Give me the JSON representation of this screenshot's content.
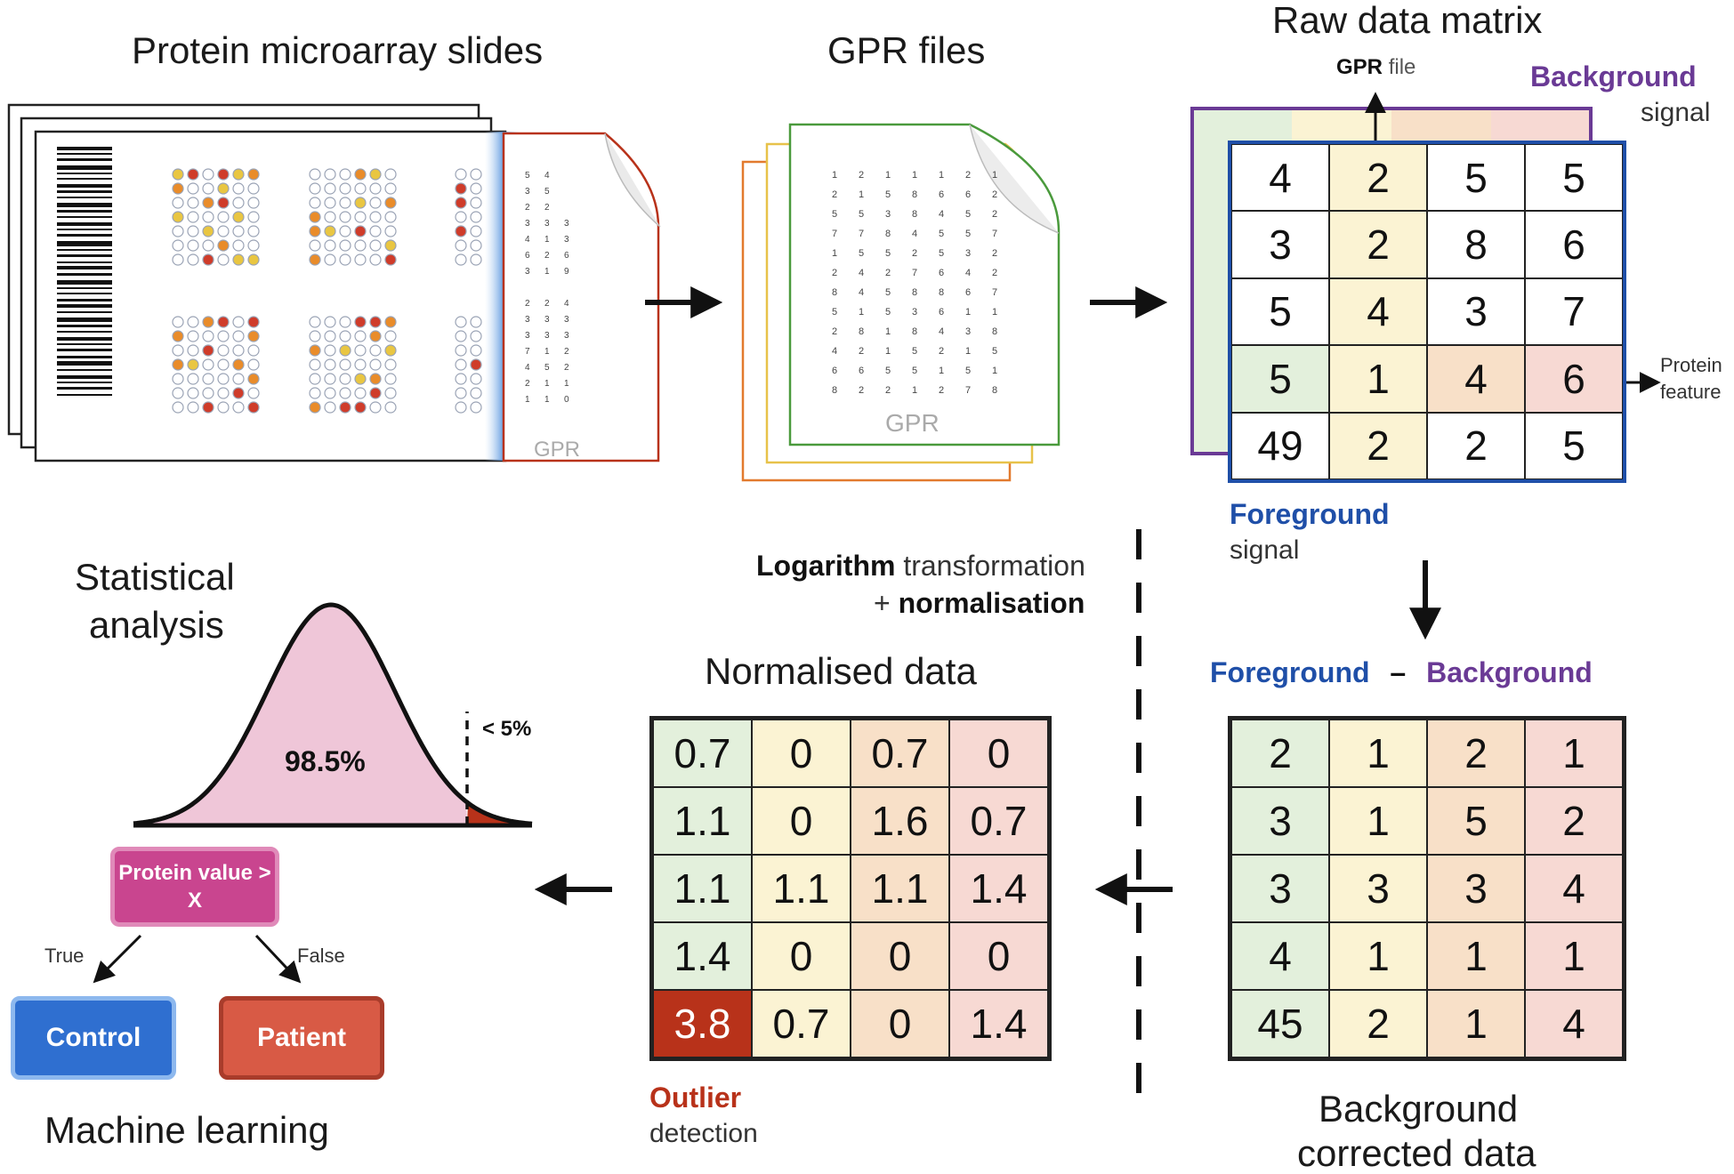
{
  "titles": {
    "slides": "Protein microarray slides",
    "gpr_files": "GPR files",
    "raw_matrix": "Raw data matrix",
    "normalised": "Normalised data",
    "stat_line1": "Statistical",
    "stat_line2": "analysis",
    "bg_corrected_line1": "Background",
    "bg_corrected_line2": "corrected data",
    "machine_learning": "Machine learning"
  },
  "labels": {
    "gpr_on_file": "GPR",
    "gpr_file_bold": "GPR",
    "gpr_file_rest": "file",
    "background_bold": "Background",
    "background_rest": "signal",
    "foreground_bold": "Foreground",
    "foreground_rest": "signal",
    "protein_feature_1": "Protein",
    "protein_feature_2": "feature",
    "fg_minus_bg_fg": "Foreground",
    "fg_minus_bg_minus": "–",
    "fg_minus_bg_bg": "Background",
    "log_bold": "Logarithm",
    "log_rest": "transformation",
    "norm_plus": "+",
    "norm_bold": "normalisation",
    "outlier_bold": "Outlier",
    "outlier_rest": "detection",
    "percent_main": "98.5%",
    "percent_tail": "< 5%",
    "tree_root": "Protein value > X",
    "tree_true": "True",
    "tree_false": "False",
    "tree_control": "Control",
    "tree_patient": "Patient"
  },
  "raw_matrix": [
    [
      "4",
      "2",
      "5",
      "5"
    ],
    [
      "3",
      "2",
      "8",
      "6"
    ],
    [
      "5",
      "4",
      "3",
      "7"
    ],
    [
      "5",
      "1",
      "4",
      "6"
    ],
    [
      "49",
      "2",
      "2",
      "5"
    ]
  ],
  "bg_corrected_matrix": [
    [
      "2",
      "1",
      "2",
      "1"
    ],
    [
      "3",
      "1",
      "5",
      "2"
    ],
    [
      "3",
      "3",
      "3",
      "4"
    ],
    [
      "4",
      "1",
      "1",
      "1"
    ],
    [
      "45",
      "2",
      "1",
      "4"
    ]
  ],
  "normalised_matrix": [
    [
      "0.7",
      "0",
      "0.7",
      "0"
    ],
    [
      "1.1",
      "0",
      "1.6",
      "0.7"
    ],
    [
      "1.1",
      "1.1",
      "1.1",
      "1.4"
    ],
    [
      "1.4",
      "0",
      "0",
      "0"
    ],
    [
      "3.8",
      "0.7",
      "0",
      "1.4"
    ]
  ],
  "colors": {
    "green": "#e3f0dc",
    "yellow": "#fbf3d3",
    "orange": "#f8e0c8",
    "pink": "#f7d9d3",
    "blue": "#1f4fa8",
    "purple": "#6a3a95",
    "outlier": "#b8321a",
    "curve_fill": "#efc6d8",
    "control": "#2f6fd0",
    "patient": "#d85a45",
    "root": "#c9458f"
  }
}
